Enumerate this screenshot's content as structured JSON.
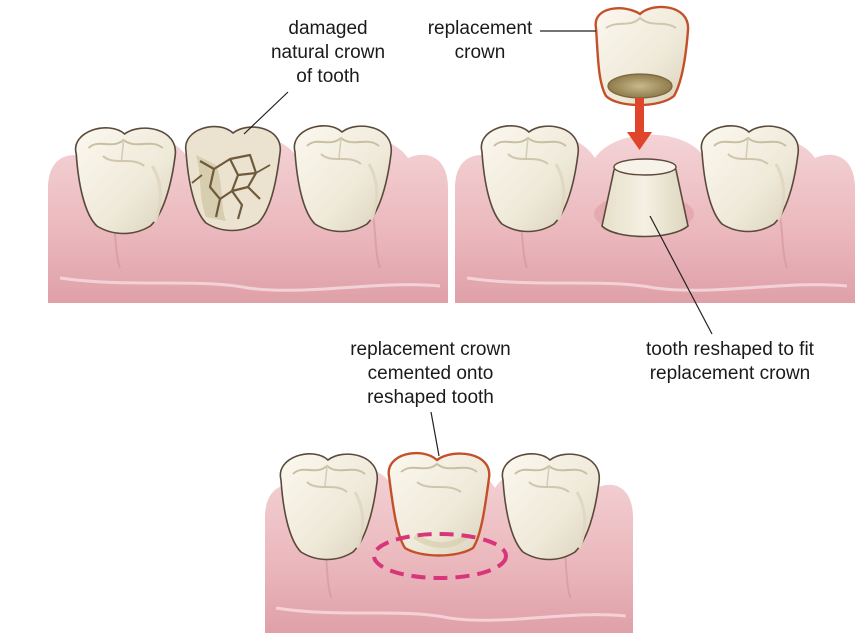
{
  "labels": {
    "damaged_crown": "damaged\nnatural crown\nof tooth",
    "replacement_crown": "replacement\ncrown",
    "tooth_reshaped": "tooth reshaped to fit\nreplacement crown",
    "crown_cemented": "replacement crown\ncemented onto\nreshaped tooth"
  },
  "colors": {
    "gum": "#efc3c7",
    "gum_shadow": "#d9969d",
    "tooth": "#f2ede0",
    "tooth_shadow": "#d7cfb8",
    "crown_outline": "#c4502a",
    "arrow": "#e0442a",
    "highlight_ring": "#d8357a"
  }
}
